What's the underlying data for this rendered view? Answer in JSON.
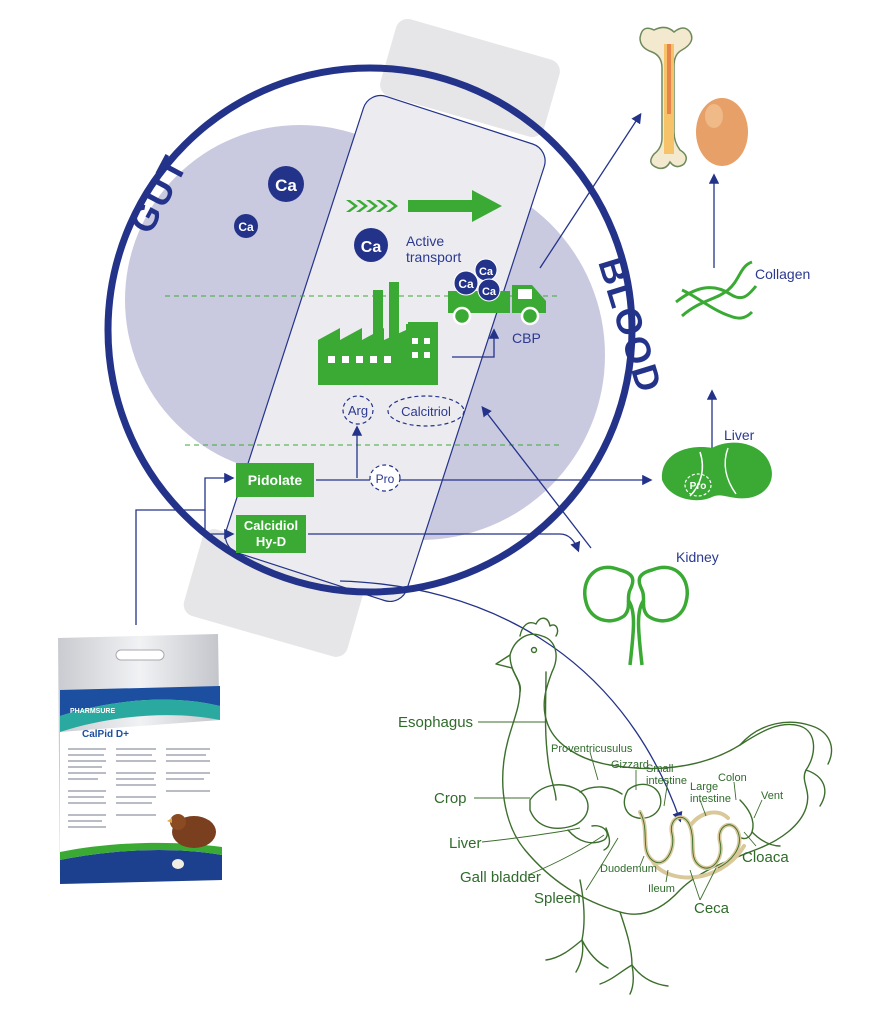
{
  "colors": {
    "navy": "#24338a",
    "green": "#3aaa35",
    "lavender": "#c9c9e0",
    "chicken_line": "#3c6e2c"
  },
  "diagram": {
    "gut_label": "GUT",
    "blood_label": "BLOOD",
    "ca": "Ca",
    "active_transport_line1": "Active",
    "active_transport_line2": "transport",
    "cbp": "CBP",
    "arg": "Arg",
    "calcitriol": "Calcitriol",
    "pro": "Pro",
    "pidolate": "Pidolate",
    "calcidiol_line1": "Calcidiol",
    "calcidiol_line2": "Hy-D",
    "collagen": "Collagen",
    "liver": "Liver",
    "kidney": "Kidney"
  },
  "product": {
    "brand": "PHARMSURE",
    "name": "CalPid D+"
  },
  "chicken_labels": {
    "esophagus": "Esophagus",
    "proventriculus": "Proventricusulus",
    "gizzard": "Gizzard",
    "small_intestine_line1": "Small",
    "small_intestine_line2": "intestine",
    "large_intestine_line1": "Large",
    "large_intestine_line2": "intestine",
    "colon": "Colon",
    "vent": "Vent",
    "crop": "Crop",
    "liver": "Liver",
    "gall_bladder": "Gall bladder",
    "spleen": "Spleen",
    "duodemum": "Duodemum",
    "ileum": "Ileum",
    "ceca": "Ceca",
    "cloaca": "Cloaca"
  }
}
